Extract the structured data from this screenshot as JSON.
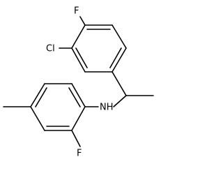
{
  "atoms": {
    "fluorine_top": "F",
    "chlorine": "Cl",
    "amine": "NH",
    "fluorine_bottom": "F"
  },
  "colors": {
    "bond": "#000000",
    "label": "#000000",
    "background": "#ffffff"
  }
}
